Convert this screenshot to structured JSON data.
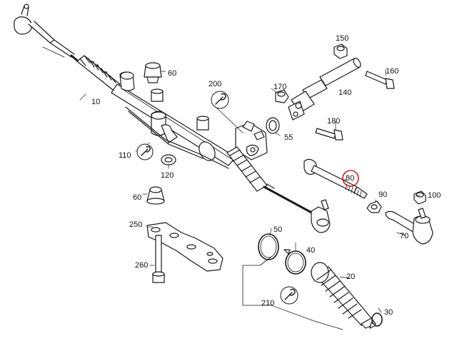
{
  "diagram": {
    "highlight_color": "#cc2222",
    "part_numbers": {
      "p10": "10",
      "p20": "20",
      "p30": "30",
      "p40": "40",
      "p50": "50",
      "p55": "55",
      "p60a": "60",
      "p60b": "60",
      "p70": "70",
      "p80": "80",
      "p90": "90",
      "p100": "100",
      "p110": "110",
      "p120": "120",
      "p140": "140",
      "p150": "150",
      "p160": "160",
      "p170": "170",
      "p180": "180",
      "p200": "200",
      "p210": "210",
      "p250": "250",
      "p260": "260"
    },
    "highlighted_part": "80",
    "icons": [
      "wrench-icon",
      "wrench-icon",
      "wrench-icon"
    ]
  }
}
